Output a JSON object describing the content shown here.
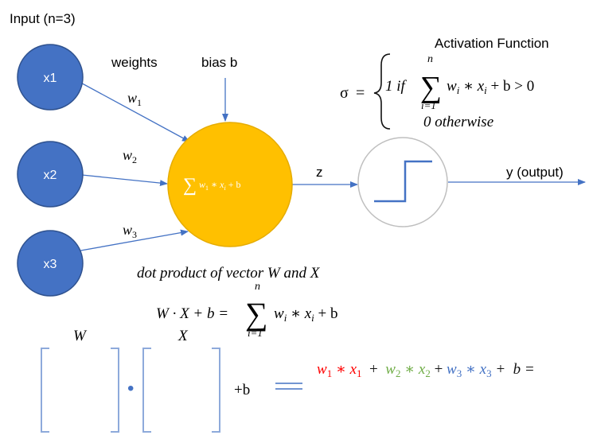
{
  "input_label": "Input (n=3)",
  "nodes": [
    "x1",
    "x2",
    "x3"
  ],
  "weights_label": "weights",
  "weight_symbol": "w",
  "weight_subscripts": [
    "1",
    "2",
    "3"
  ],
  "bias_label": "bias b",
  "neuron": {
    "sum_symbol": "∑",
    "formula_w": "w",
    "formula_w_sub": "1",
    "formula_mid": " ∗ x",
    "formula_x_sub": "i",
    "formula_tail": " + b"
  },
  "z_label": "z",
  "output_label": "y (output)",
  "activation": {
    "title": "Activation Function",
    "sigma": "σ",
    "equals": "=",
    "if_text": "1 if",
    "sum_symbol": "∑",
    "upper": "n",
    "lower": "i=1",
    "term_w": "w",
    "term_w_sub": "i",
    "term_mid": " ∗ x",
    "term_x_sub": "i",
    "term_tail": " + b > 0",
    "otherwise": "0 otherwise"
  },
  "dot_title": "dot product of vector W and X",
  "dot_formula": {
    "lhs": "W · X + b =",
    "sum_symbol": "∑",
    "upper": "n",
    "lower": "i=1",
    "term_w": "w",
    "term_w_sub": "i",
    "term_mid": " ∗ x",
    "term_x_sub": "i",
    "term_tail": " + b"
  },
  "matrix_w_label": "W",
  "matrix_x_label": "X",
  "dot_symbol": "•",
  "plus_b": "+b",
  "expansion": {
    "t1_w": "w",
    "t1_w_sub": "1",
    "t1_mid": " ∗ x",
    "t1_x_sub": "1",
    "plus1": "  +  ",
    "t2_w": "w",
    "t2_w_sub": "2",
    "t2_mid": " ∗ x",
    "t2_x_sub": "2",
    "plus2": " + ",
    "t3_w": "w",
    "t3_w_sub": "3",
    "t3_mid": " ∗ x",
    "t3_x_sub": "3",
    "tail": " +  b ="
  },
  "colors": {
    "node_fill": "#4472c4",
    "node_stroke": "#2f528f",
    "neuron_fill": "#ffc000",
    "neuron_stroke": "#e6ac00",
    "arrow": "#4472c4",
    "step": "#4472c4",
    "step_circle": "#bfbfbf",
    "bracket": "#8eaadb",
    "term1": "#ff0000",
    "term2": "#70ad47",
    "term3": "#4472c4",
    "equiv": "#4472c4"
  },
  "icons": {
    "arrowhead": "arrowhead-icon",
    "step_function": "step-function-icon"
  }
}
